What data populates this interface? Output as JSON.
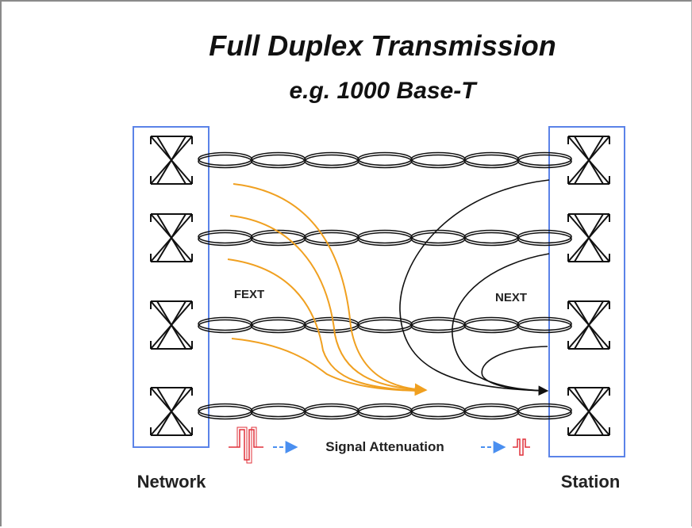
{
  "title": "Full Duplex Transmission",
  "subtitle": "e.g. 1000 Base-T",
  "labels": {
    "fext": "FEXT",
    "next": "NEXT",
    "attenuation": "Signal Attenuation",
    "network": "Network",
    "station": "Station"
  },
  "colors": {
    "frame": "#5b83e8",
    "fext_arrows": "#f0a020",
    "next_arrows": "#111111",
    "pulse": "#e0303a",
    "attenuation_arrow": "#4a8ff0"
  },
  "icons": {
    "transformer": "bowtie-transformer-icon",
    "pulse_large": "pulse-large-icon",
    "pulse_small": "pulse-small-icon"
  },
  "pair_count": 4
}
